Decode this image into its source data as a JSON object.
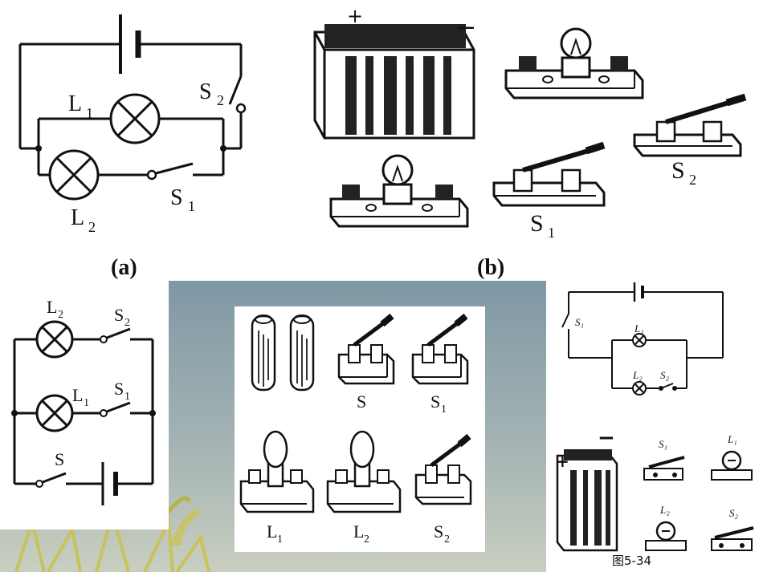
{
  "top": {
    "caption_a": "(a)",
    "caption_b": "(b)",
    "diagram_a": {
      "L1": "L",
      "L1_sub": "1",
      "L2": "L",
      "L2_sub": "2",
      "S1": "S",
      "S1_sub": "1",
      "S2": "S",
      "S2_sub": "2"
    },
    "parts_b": {
      "battery_plus": "+",
      "battery_minus": "−",
      "S1": "S",
      "S1_sub": "1",
      "S2": "S",
      "S2_sub": "2"
    }
  },
  "bottom_left": {
    "L2": "L",
    "L2_sub": "2",
    "L1": "L",
    "L1_sub": "1",
    "S2": "S",
    "S2_sub": "2",
    "S1": "S",
    "S1_sub": "1",
    "S": "S"
  },
  "bottom_middle": {
    "switch_S": "S",
    "switch_S1": "S",
    "switch_S1_sub": "1",
    "lamp_L1": "L",
    "lamp_L1_sub": "1",
    "lamp_L2": "L",
    "lamp_L2_sub": "2",
    "switch_S2": "S",
    "switch_S2_sub": "2"
  },
  "bottom_right": {
    "circuit": {
      "S1": "S₁",
      "L1": "L₁",
      "L2": "L₂",
      "S2": "S₂"
    },
    "parts": {
      "battery_plus": "+",
      "battery_minus": "−",
      "S1": "S₁",
      "L1": "L₁",
      "L2": "L₂",
      "S2": "S₂"
    },
    "figure_label": "图5-34"
  },
  "colors": {
    "slide_bg_top": "#7f98a5",
    "slide_bg_bottom": "#c9cfc0",
    "grass": "#c9c25a",
    "ink": "#111111"
  }
}
